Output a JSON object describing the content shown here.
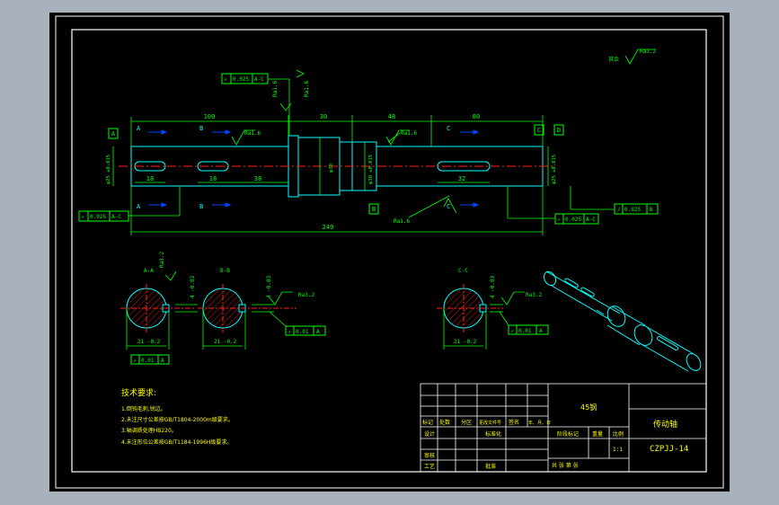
{
  "colors": {
    "background_outer": "#a9b1bd",
    "canvas": "#000000",
    "frame": "#ffffff",
    "dimension": "#00ff00",
    "part": "#00ffff",
    "centerline": "#ff2020",
    "hatch": "#ff2020",
    "section_arrow": "#0044ff",
    "annotation_text": "#ffff00"
  },
  "main_view": {
    "overall_dims": {
      "d100": "100",
      "d30": "30",
      "d48": "48",
      "d80": "80",
      "d249": "249"
    },
    "key_dims": {
      "k18a": "18",
      "k18b": "18",
      "k38": "38",
      "k32": "32"
    },
    "diameters": {
      "left": "φ25 ±0.015",
      "mid": "φ30",
      "collar": "φ30 ±0.015",
      "right": "φ25 ±0.015"
    },
    "tolerance_frames": {
      "top": [
        "↗",
        "0.025",
        "A-C"
      ],
      "left_bottom": [
        "↗",
        "0.025",
        "A-C"
      ],
      "right_bottom": [
        "↗",
        "0.025",
        "A-C"
      ],
      "right_far": [
        "/",
        "0.025",
        "B"
      ]
    },
    "roughness": {
      "r1": "Ra1.6",
      "r2": "Ra1.6",
      "r3": "Ra1.6",
      "r4": "Ra1.6",
      "r5": "Ra1.6",
      "general": "Ra3.2",
      "general_prefix": "其余"
    },
    "datums": {
      "a": "A",
      "b": "B",
      "c": "C",
      "d": "D"
    },
    "section_labels": {
      "a1": "A",
      "a2": "A",
      "b1": "B",
      "b2": "B",
      "c1": "C",
      "c2": "C"
    }
  },
  "sections": {
    "a": {
      "title": "A-A",
      "dim_bottom": "21 -0.2",
      "dim_side": "4 -0.03",
      "roughness": "Ra3.2"
    },
    "b": {
      "title": "B-B",
      "dim_bottom": "21 -0.2",
      "dim_side": "4 -0.03",
      "roughness": "Ra3.2",
      "tol": [
        "↗",
        "0.01",
        "A"
      ]
    },
    "c": {
      "title": "C-C",
      "dim_bottom": "21 -0.2",
      "dim_side": "4 -0.03",
      "roughness": "Ra3.2",
      "tol": [
        "↗",
        "0.01",
        "A"
      ]
    },
    "a_tol": [
      "↗",
      "0.01",
      "A"
    ]
  },
  "tech_requirements": {
    "title": "技术要求:",
    "items": [
      "1.倒钝毛刺,锐边。",
      "2.未注尺寸公差按GB/T1804-2000m级要求。",
      "3.轴调质处理HB220。",
      "4.未注形位公差按GB/T1184-1996H级要求。"
    ]
  },
  "title_block": {
    "material": "45钢",
    "part_name": "传动轴",
    "drawing_no": "CZPJJ-14",
    "headers": [
      "标记",
      "处数",
      "分区",
      "更改文件号",
      "签名",
      "年、月、日"
    ],
    "row_design": "设计",
    "row_standard": "标准化",
    "row_stage": "阶段标记",
    "row_weight": "重量",
    "row_scale": "比例",
    "scale_value": "1:1",
    "row_check": "审核",
    "row_craft": "工艺",
    "row_approve": "批准",
    "sheets": "共  张    第  张"
  }
}
